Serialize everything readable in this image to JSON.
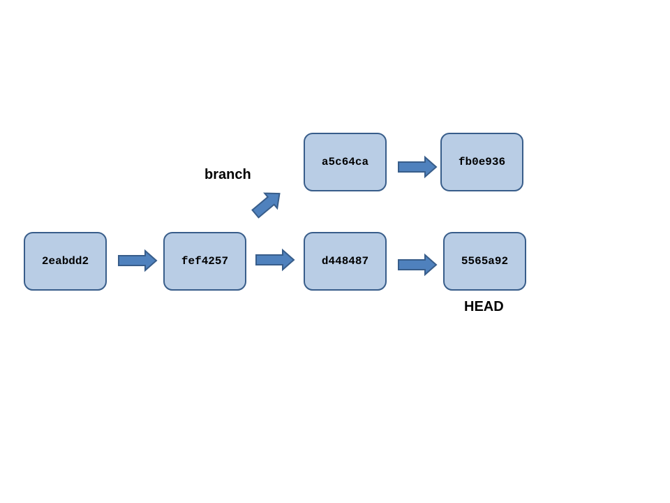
{
  "diagram": {
    "commits": [
      {
        "id": "c1",
        "hash": "2eabdd2"
      },
      {
        "id": "c2",
        "hash": "fef4257"
      },
      {
        "id": "c3",
        "hash": "d448487"
      },
      {
        "id": "c4",
        "hash": "5565a92"
      },
      {
        "id": "c5",
        "hash": "a5c64ca"
      },
      {
        "id": "c6",
        "hash": "fb0e936"
      }
    ],
    "edges": [
      {
        "from": "c1",
        "to": "c2"
      },
      {
        "from": "c2",
        "to": "c3"
      },
      {
        "from": "c3",
        "to": "c4"
      },
      {
        "from": "c2",
        "to": "c5"
      },
      {
        "from": "c5",
        "to": "c6"
      }
    ],
    "labels": {
      "branch": "branch",
      "head": "HEAD"
    },
    "colors": {
      "box_fill": "#b9cde5",
      "box_border": "#385d8a",
      "arrow_fill": "#4f81bd",
      "arrow_border": "#385d8a"
    }
  }
}
